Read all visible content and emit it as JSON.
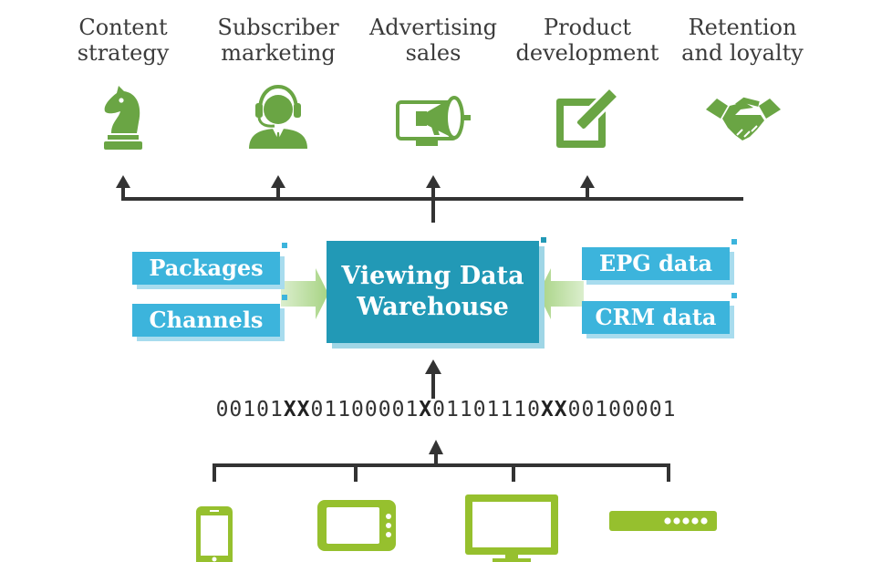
{
  "top_labels": [
    "Content\nstrategy",
    "Subscriber\nmarketing",
    "Advertising\nsales",
    "Product\ndevelopment",
    "Retention\nand loyalty"
  ],
  "center": {
    "title": "Viewing Data\nWarehouse"
  },
  "left_sources": [
    "Packages",
    "Channels"
  ],
  "right_sources": [
    "EPG data",
    "CRM data"
  ],
  "bitstream": [
    {
      "text": "00101",
      "bold": false
    },
    {
      "text": "XX",
      "bold": true
    },
    {
      "text": "01100001",
      "bold": false
    },
    {
      "text": "X",
      "bold": true
    },
    {
      "text": "01101110",
      "bold": false
    },
    {
      "text": "XX",
      "bold": true
    },
    {
      "text": "00100001",
      "bold": false
    }
  ],
  "icons": {
    "top": [
      "chess-knight-icon",
      "headset-agent-icon",
      "monitor-megaphone-icon",
      "edit-pencil-icon",
      "handshake-icon"
    ],
    "bottom": [
      "smartphone-icon",
      "tablet-icon",
      "tv-monitor-icon",
      "set-top-box-icon"
    ]
  },
  "colors": {
    "green": "#6aa544",
    "device_green": "#96c02e",
    "blue": "#3cb4dc",
    "warehouse_blue": "#2299b6",
    "line": "#333333"
  }
}
